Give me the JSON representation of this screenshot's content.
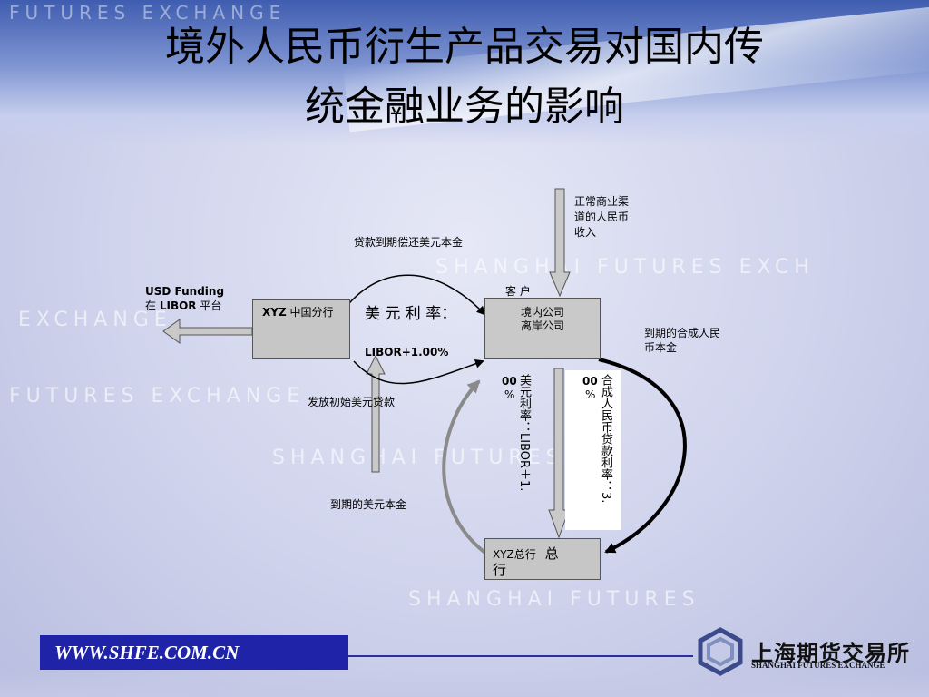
{
  "title": {
    "line1": "境外人民币衍生产品交易对国内传",
    "line2": "统金融业务的影响"
  },
  "watermarks": [
    "FUTURES EXCHANGE",
    "SHANGHAI FUTURES EXCH",
    "EXCHANGE",
    "FUTURES EXCHANGE",
    "SHANGHAI FUTURES",
    "SHANGHAI FUTURES"
  ],
  "diagram": {
    "nodes": {
      "xyz_branch": {
        "prefix": "XYZ",
        "name": "中国分行"
      },
      "onshore": {
        "top_label": "客 户",
        "line1": "境内公司",
        "line2": "离岸公司"
      },
      "hq": {
        "prefix": "XYZ总行",
        "suffix": "总",
        "line2": "行"
      }
    },
    "labels": {
      "usd_funding_1": "USD Funding",
      "usd_funding_2a": "在",
      "usd_funding_2b": "LIBOR",
      "usd_funding_2c": "平台",
      "usd_rate": "美 元 利 率：",
      "libor_plus": "LIBOR+1.00%",
      "repay_loan": "贷款到期偿还美元本金",
      "normal_rmb": [
        "正常商业渠",
        "道的人民币",
        "收入"
      ],
      "maturity_synthetic": [
        "到期的合成人民",
        "币本金"
      ],
      "issue_loan": "发放初始美元贷款",
      "maturity_usd": "到期的美元本金",
      "usd_rate_vertical": "美元利率：LIBOR＋1.",
      "usd_rate_pct": "00",
      "usd_rate_pct_sign": "%",
      "synthetic_rate_vertical": "合成人民币贷款利率：3.",
      "synthetic_rate_pct": "00",
      "synthetic_rate_pct_sign": "%"
    }
  },
  "footer": {
    "url": "WWW.SHFE.COM.CN",
    "logo_cn": "上海期货交易所",
    "logo_en": "SHANGHAI FUTURES EXCHANGE"
  },
  "colors": {
    "url_bar": "#1f23a8",
    "box_fill": "#c6c6c6",
    "arrow_gray": "#8a8a8a",
    "arrow_dark": "#000000"
  }
}
